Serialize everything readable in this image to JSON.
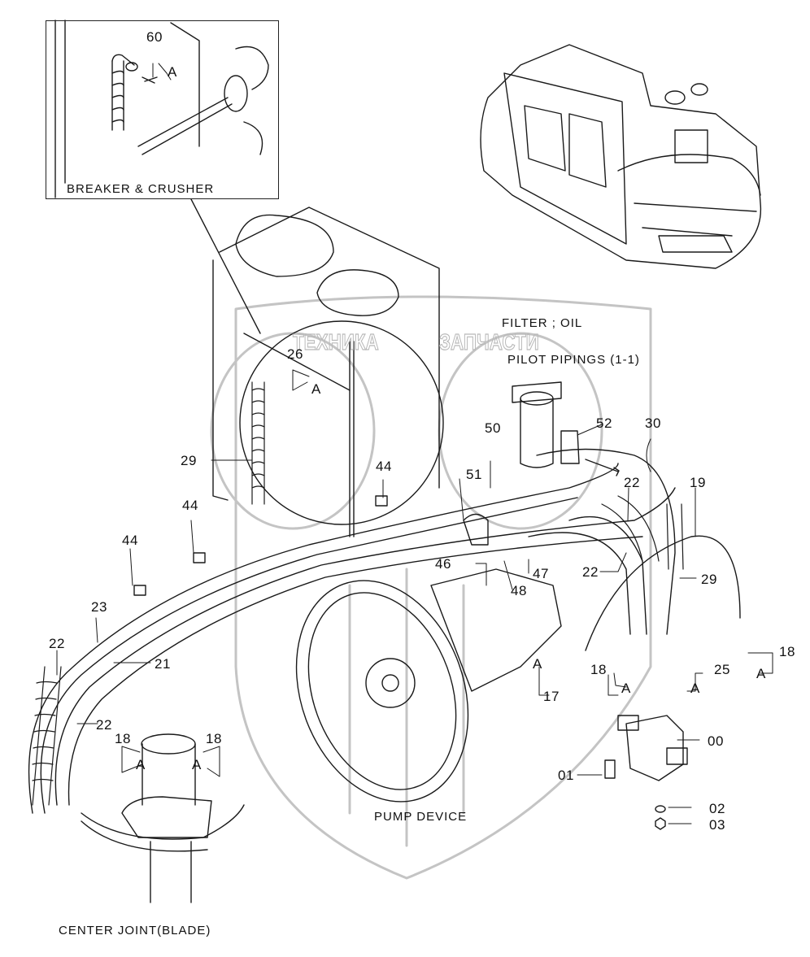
{
  "diagram": {
    "type": "exploded-parts-view",
    "watermark": {
      "left": "ТЕХНИКА",
      "right": "ЗАПЧАСТИ",
      "color": "#b8b8b8"
    },
    "captions": {
      "breaker": "BREAKER & CRUSHER",
      "filter": "FILTER ; OIL",
      "pilot": "PILOT PIPINGS (1-1)",
      "pump": "PUMP DEVICE",
      "center": "CENTER JOINT(BLADE)"
    },
    "callouts": {
      "c60": "60",
      "a_inset": "A",
      "c26": "26",
      "a_26": "A",
      "c29_left": "29",
      "c50": "50",
      "c52": "52",
      "c30": "30",
      "c51": "51",
      "c22_top": "22",
      "c19": "19",
      "c44_center": "44",
      "c44_mid": "44",
      "c44_left": "44",
      "c46": "46",
      "c47": "47",
      "c48": "48",
      "c22_mid": "22",
      "c29_right": "29",
      "c23": "23",
      "c21": "21",
      "c22_left": "22",
      "c22_lower": "22",
      "c17": "17",
      "a_17": "A",
      "c18_valve": "18",
      "a_18_valve": "A",
      "c25": "25",
      "a_25": "A",
      "c18_right": "18",
      "a_18_right": "A",
      "c00": "00",
      "c01": "01",
      "c02": "02",
      "c03": "03",
      "c18_cj_left": "18",
      "a_cj_left": "A",
      "c18_cj_right": "18",
      "a_cj_right": "A"
    }
  }
}
